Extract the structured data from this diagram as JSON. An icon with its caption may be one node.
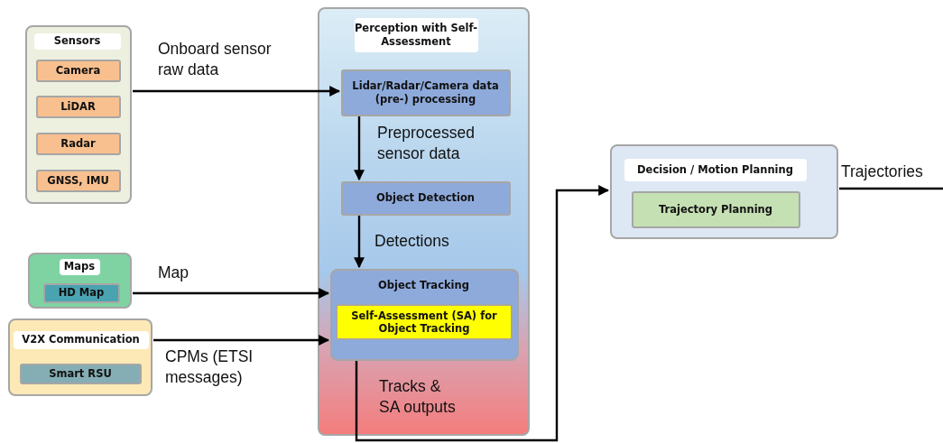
{
  "diagram": {
    "nodes": [
      {
        "text": [
          "Sensors"
        ]
      },
      {
        "text": [
          "Camera"
        ],
        "in": 0
      },
      {
        "text": [
          "LiDAR"
        ],
        "in": 0
      },
      {
        "text": [
          "Radar"
        ],
        "in": 0
      },
      {
        "text": [
          "GNSS, IMU"
        ],
        "in": 0
      },
      {
        "text": [
          "Perception with Self-Assessment"
        ]
      },
      {
        "text": [
          "Lidar/Radar/Camera data (pre-) processing"
        ],
        "in": 5
      },
      {
        "text": [
          "Object Detection"
        ],
        "in": 5
      },
      {
        "text": [
          "Object Tracking"
        ],
        "in": 5
      },
      {
        "text": [
          "Self-Assessment (SA) for Object Tracking"
        ],
        "in": 8
      },
      {
        "text": [
          "Maps"
        ]
      },
      {
        "text": [
          "HD Map"
        ],
        "in": 10
      },
      {
        "text": [
          "V2X Communication"
        ]
      },
      {
        "text": [
          "Smart RSU"
        ],
        "in": 12
      },
      {
        "text": [
          "Decision / Motion Planning"
        ]
      },
      {
        "text": [
          "Trajectory Planning"
        ],
        "in": 14
      }
    ],
    "edges": [
      {
        "from": 0,
        "to": 6,
        "arrow": "to",
        "label": "Onboard sensor raw data"
      },
      {
        "from": 6,
        "to": 7,
        "arrow": "to",
        "label": "Preprocessed sensor data"
      },
      {
        "from": 7,
        "to": 8,
        "arrow": "to",
        "label": "Detections"
      },
      {
        "from": 10,
        "to": 8,
        "arrow": "to",
        "label": "Map"
      },
      {
        "from": 12,
        "to": 8,
        "arrow": "to",
        "label": "CPMs (ETSI messages)"
      },
      {
        "from": 8,
        "to": 14,
        "arrow": "to",
        "label": "Tracks & SA outputs"
      },
      {
        "from": 14,
        "to": null,
        "arrow": "none",
        "label": "Trajectories"
      }
    ]
  }
}
